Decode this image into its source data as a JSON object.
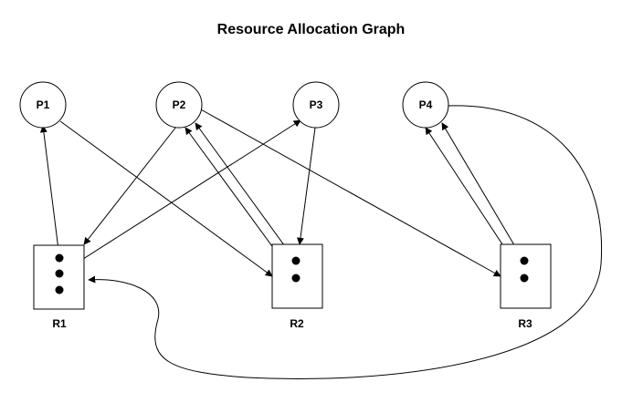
{
  "title": "Resource Allocation Graph",
  "processes": [
    {
      "id": "P1",
      "label": "P1"
    },
    {
      "id": "P2",
      "label": "P2"
    },
    {
      "id": "P3",
      "label": "P3"
    },
    {
      "id": "P4",
      "label": "P4"
    }
  ],
  "resources": [
    {
      "id": "R1",
      "label": "R1",
      "instances": 3
    },
    {
      "id": "R2",
      "label": "R2",
      "instances": 2
    },
    {
      "id": "R3",
      "label": "R3",
      "instances": 2
    }
  ],
  "edges": [
    {
      "from": "R1",
      "to": "P1",
      "kind": "assignment"
    },
    {
      "from": "R1",
      "to": "P3",
      "kind": "assignment"
    },
    {
      "from": "P1",
      "to": "R2",
      "kind": "request"
    },
    {
      "from": "P2",
      "to": "R1",
      "kind": "request"
    },
    {
      "from": "P2",
      "to": "R3",
      "kind": "request"
    },
    {
      "from": "R2",
      "to": "P2",
      "kind": "assignment"
    },
    {
      "from": "R2",
      "to": "P2",
      "kind": "assignment"
    },
    {
      "from": "P3",
      "to": "R2",
      "kind": "request"
    },
    {
      "from": "R3",
      "to": "P4",
      "kind": "assignment"
    },
    {
      "from": "R3",
      "to": "P4",
      "kind": "assignment"
    },
    {
      "from": "P4",
      "to": "R1",
      "kind": "request"
    }
  ]
}
